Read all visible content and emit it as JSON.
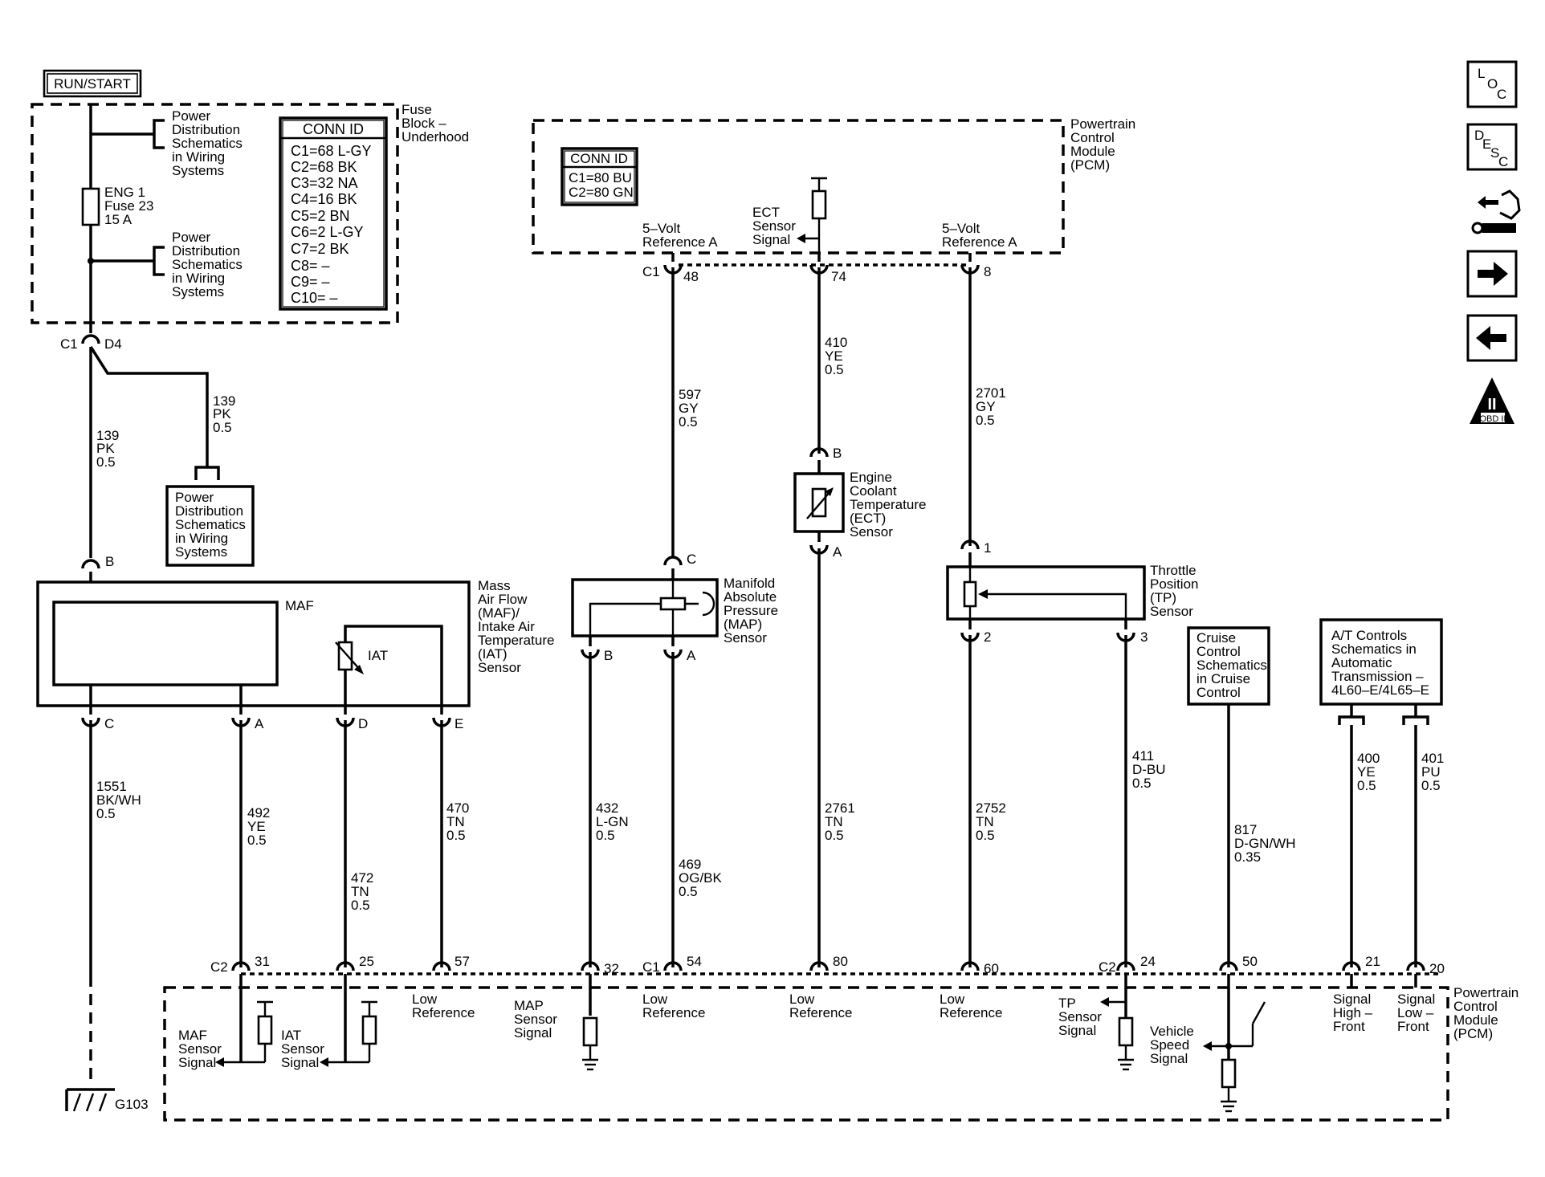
{
  "supply": {
    "run_start": "RUN/START",
    "fuse_block": [
      "Fuse",
      "Block –",
      "Underhood"
    ],
    "power_dist_top": [
      "Power",
      "Distribution",
      "Schematics",
      "in Wiring",
      "Systems"
    ],
    "power_dist_mid": [
      "Power",
      "Distribution",
      "Schematics",
      "in Wiring",
      "Systems"
    ],
    "power_dist_box": [
      "Power",
      "Distribution",
      "Schematics",
      "in Wiring",
      "Systems"
    ],
    "fuse": [
      "ENG 1",
      "Fuse 23",
      "15 A"
    ],
    "conn_id_title": "CONN ID",
    "conn_ids": [
      "C1=68 L-GY",
      "C2=68 BK",
      "C3=32 NA",
      "C4=16 BK",
      "C5=2 BN",
      "C6=2 L-GY",
      "C7=2 BK",
      "C8= –",
      "C9= –",
      "C10= –"
    ],
    "conn_c1": "C1",
    "conn_d4": "D4",
    "wire_branch": [
      "139",
      "PK",
      "0.5"
    ],
    "wire_main": [
      "139",
      "PK",
      "0.5"
    ]
  },
  "pcm_top": {
    "title": [
      "Powertrain",
      "Control",
      "Module",
      "(PCM)"
    ],
    "conn_id_title": "CONN ID",
    "conn_ids": [
      "C1=80 BU",
      "C2=80 GN"
    ],
    "ref_left": [
      "5–Volt",
      "Reference A"
    ],
    "ref_right": [
      "5–Volt",
      "Reference A"
    ],
    "ect_signal": [
      "ECT",
      "Sensor",
      "Signal"
    ],
    "pin_c1": "C1",
    "pin_48": "48",
    "pin_74": "74",
    "pin_8": "8"
  },
  "wires": {
    "w597": [
      "597",
      "GY",
      "0.5"
    ],
    "w410": [
      "410",
      "YE",
      "0.5"
    ],
    "w2701": [
      "2701",
      "GY",
      "0.5"
    ],
    "w1551": [
      "1551",
      "BK/WH",
      "0.5"
    ],
    "w492": [
      "492",
      "YE",
      "0.5"
    ],
    "w472": [
      "472",
      "TN",
      "0.5"
    ],
    "w470": [
      "470",
      "TN",
      "0.5"
    ],
    "w432": [
      "432",
      "L-GN",
      "0.5"
    ],
    "w469": [
      "469",
      "OG/BK",
      "0.5"
    ],
    "w2761": [
      "2761",
      "TN",
      "0.5"
    ],
    "w2752": [
      "2752",
      "TN",
      "0.5"
    ],
    "w411": [
      "411",
      "D-BU",
      "0.5"
    ],
    "w817": [
      "817",
      "D-GN/WH",
      "0.35"
    ],
    "w400": [
      "400",
      "YE",
      "0.5"
    ],
    "w401": [
      "401",
      "PU",
      "0.5"
    ]
  },
  "sensors": {
    "maf_label": "MAF",
    "iat_label": "IAT",
    "maf_title": [
      "Mass",
      "Air Flow",
      "(MAF)/",
      "Intake Air",
      "Temperature",
      "(IAT)",
      "Sensor"
    ],
    "map_title": [
      "Manifold",
      "Absolute",
      "Pressure",
      "(MAP)",
      "Sensor"
    ],
    "ect_title": [
      "Engine",
      "Coolant",
      "Temperature",
      "(ECT)",
      "Sensor"
    ],
    "tp_title": [
      "Throttle",
      "Position",
      "(TP)",
      "Sensor"
    ],
    "cruise_box": [
      "Cruise",
      "Control",
      "Schematics",
      "in Cruise",
      "Control"
    ],
    "at_box": [
      "A/T Controls",
      "Schematics in",
      "Automatic",
      "Transmission –",
      "4L60–E/4L65–E"
    ],
    "pins": {
      "maf_b": "B",
      "maf_c": "C",
      "maf_a": "A",
      "maf_d": "D",
      "maf_e": "E",
      "map_c": "C",
      "map_b": "B",
      "map_a": "A",
      "ect_b": "B",
      "ect_a": "A",
      "tp_1": "1",
      "tp_2": "2",
      "tp_3": "3"
    }
  },
  "pcm_bottom": {
    "title": [
      "Powertrain",
      "Control",
      "Module",
      "(PCM)"
    ],
    "conn_c2_left": "C2",
    "conn_c1": "C1",
    "conn_c2_right": "C2",
    "pins": [
      "31",
      "25",
      "57",
      "32",
      "54",
      "80",
      "60",
      "24",
      "50",
      "21",
      "20"
    ],
    "maf_signal": [
      "MAF",
      "Sensor",
      "Signal"
    ],
    "iat_signal": [
      "IAT",
      "Sensor",
      "Signal"
    ],
    "low_ref_1": [
      "Low",
      "Reference"
    ],
    "map_signal": [
      "MAP",
      "Sensor",
      "Signal"
    ],
    "low_ref_2": [
      "Low",
      "Reference"
    ],
    "low_ref_3": [
      "Low",
      "Reference"
    ],
    "low_ref_4": [
      "Low",
      "Reference"
    ],
    "tp_signal": [
      "TP",
      "Sensor",
      "Signal"
    ],
    "vss_signal": [
      "Vehicle",
      "Speed",
      "Signal"
    ],
    "sig_high": [
      "Signal",
      "High –",
      "Front"
    ],
    "sig_low": [
      "Signal",
      "Low –",
      "Front"
    ],
    "ground": "G103"
  },
  "nav_icons": {
    "loc": [
      "L",
      "O",
      "C"
    ],
    "desc": [
      "D",
      "E",
      "S",
      "C"
    ],
    "obd": [
      "II",
      "OBD II"
    ],
    "icon_names": [
      "loc-icon",
      "desc-icon",
      "component-icon",
      "next-arrow-icon",
      "prev-arrow-icon",
      "obd-ii-icon"
    ]
  }
}
